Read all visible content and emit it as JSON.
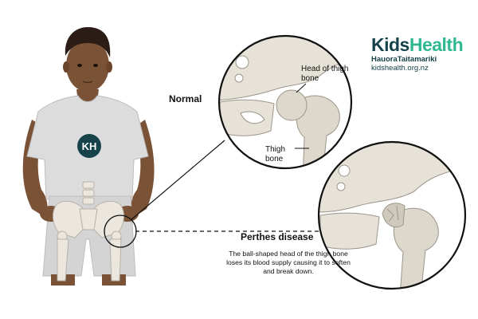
{
  "brand": {
    "name_part1": "Kids",
    "name_part2": "Health",
    "subtitle": "HauoraTaitamariki",
    "url": "kidshealth.org.nz"
  },
  "shirt_badge": "KH",
  "labels": {
    "normal": "Normal",
    "head_of_thigh_bone": "Head of thigh bone",
    "thigh_bone": "Thigh bone",
    "perthes_disease": "Perthes disease",
    "perthes_description": "The ball-shaped head of the thigh bone loses its blood supply causing it to soften and break down."
  },
  "colors": {
    "brand_dark": "#16424a",
    "brand_green": "#2fb892",
    "skin": "#7a5236",
    "shirt": "#dcdcdc",
    "bone": "#ddd8cc"
  }
}
